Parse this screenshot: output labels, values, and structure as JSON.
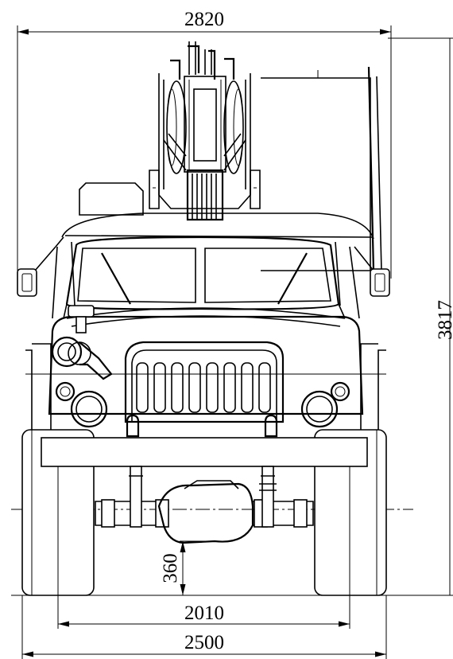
{
  "dimensions": {
    "overall_width": "2820",
    "height": "3817",
    "ground_clearance": "360",
    "track_width": "2010",
    "wheel_width": "2500"
  }
}
